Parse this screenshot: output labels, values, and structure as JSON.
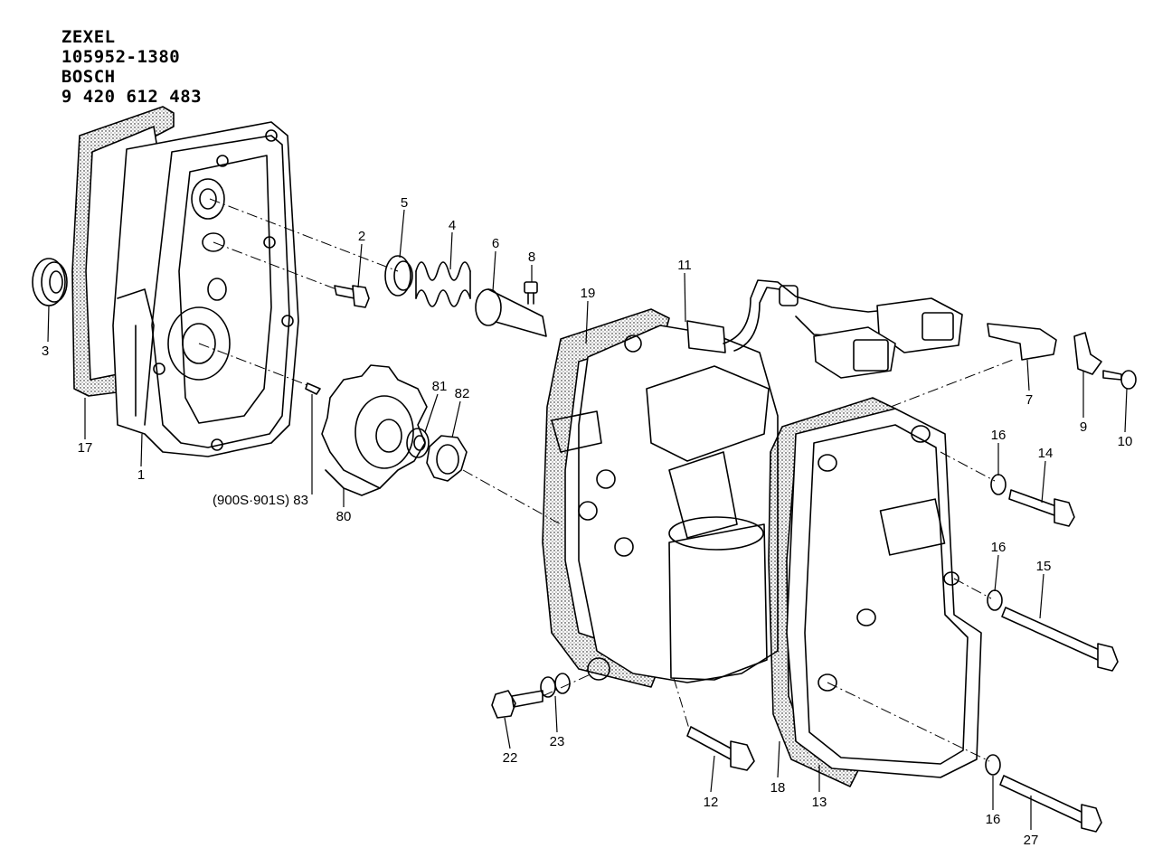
{
  "header": {
    "brand": "ZEXEL",
    "part_number": "105952-1380",
    "oem_brand": "BOSCH",
    "oem_number": "9 420 612 483"
  },
  "callouts": [
    {
      "id": "c1",
      "text": "1"
    },
    {
      "id": "c2",
      "text": "2"
    },
    {
      "id": "c3",
      "text": "3"
    },
    {
      "id": "c4",
      "text": "4"
    },
    {
      "id": "c5",
      "text": "5"
    },
    {
      "id": "c6",
      "text": "6"
    },
    {
      "id": "c7",
      "text": "7"
    },
    {
      "id": "c8",
      "text": "8"
    },
    {
      "id": "c9",
      "text": "9"
    },
    {
      "id": "c10",
      "text": "10"
    },
    {
      "id": "c11",
      "text": "11"
    },
    {
      "id": "c12",
      "text": "12"
    },
    {
      "id": "c13",
      "text": "13"
    },
    {
      "id": "c14",
      "text": "14"
    },
    {
      "id": "c15",
      "text": "15"
    },
    {
      "id": "c16a",
      "text": "16"
    },
    {
      "id": "c16b",
      "text": "16"
    },
    {
      "id": "c16c",
      "text": "16"
    },
    {
      "id": "c17",
      "text": "17"
    },
    {
      "id": "c18",
      "text": "18"
    },
    {
      "id": "c19",
      "text": "19"
    },
    {
      "id": "c22",
      "text": "22"
    },
    {
      "id": "c23",
      "text": "23"
    },
    {
      "id": "c27",
      "text": "27"
    },
    {
      "id": "c80",
      "text": "80"
    },
    {
      "id": "c81",
      "text": "81"
    },
    {
      "id": "c82",
      "text": "82"
    },
    {
      "id": "c83",
      "text": "(900S·901S) 83"
    }
  ]
}
